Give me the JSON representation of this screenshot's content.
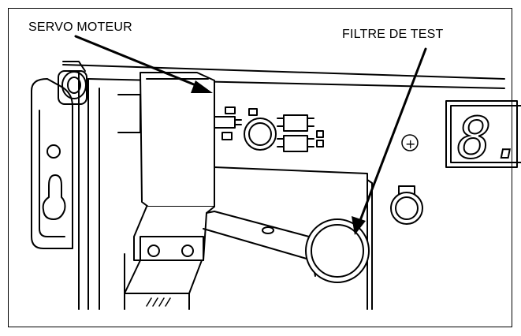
{
  "labels": {
    "servo_motor": "SERVO MOTEUR",
    "test_filter": "FILTRE DE TEST"
  },
  "display": {
    "digits": "8.",
    "plus_symbol": "+"
  },
  "colors": {
    "line": "#000000",
    "background": "#ffffff"
  }
}
